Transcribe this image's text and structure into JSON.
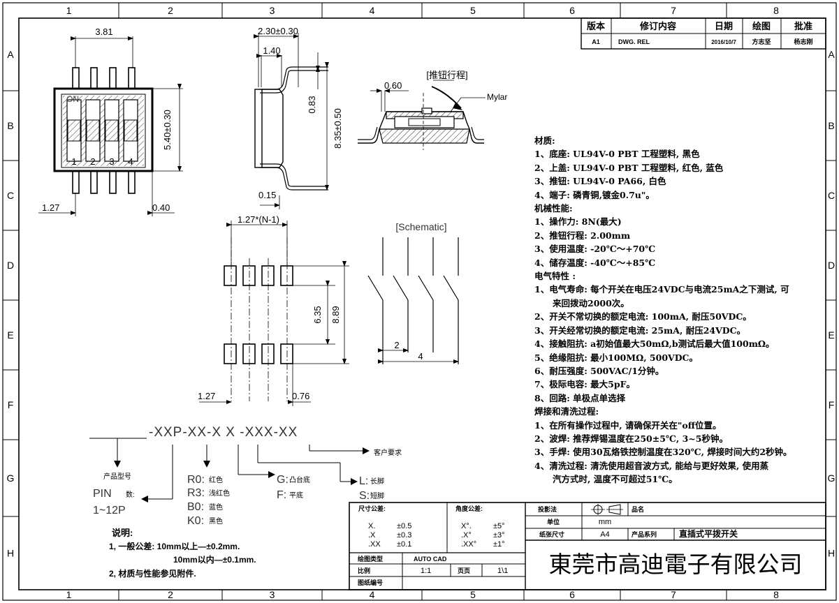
{
  "frame": {
    "columns": [
      "1",
      "2",
      "3",
      "4",
      "5",
      "6",
      "7",
      "8"
    ],
    "rows": [
      "A",
      "B",
      "C",
      "D",
      "E",
      "F",
      "G",
      "H"
    ]
  },
  "revision_table": {
    "headers": [
      "版本",
      "修订内容",
      "日期",
      "绘图",
      "批准"
    ],
    "row": [
      "A1",
      "DWG. REL",
      "2016/10/7",
      "方志坚",
      "杨志刚"
    ]
  },
  "top_view": {
    "pitch_dim": "3.81",
    "height_dim": "5.40±0.30",
    "on_label": "ON",
    "switch_numbers": [
      "1",
      "2",
      "3",
      "4"
    ],
    "left_dim": "1.27",
    "right_dim": "0.40"
  },
  "side_view": {
    "width_dim": "2.30±0.30",
    "inner_dim": "1.40",
    "height_dim": "0.83",
    "total_dim": "8.35±0.50",
    "foot_dim": "0.15"
  },
  "section_view": {
    "travel_label": "[推钮行程]",
    "dim": "0.60",
    "mylar_label": "Mylar"
  },
  "footprint": {
    "pitch_dim": "1.27*(N-1)",
    "dim_inner": "6.35",
    "dim_outer": "8.89",
    "left_dim": "1.27",
    "right_dim": "0.76"
  },
  "schematic": {
    "title": "[Schematic]",
    "dim_small": "2",
    "dim_large": "4"
  },
  "specs": [
    {
      "text": "材质:",
      "indent": false
    },
    {
      "text": "1、底座: UL94V-0 PBT 工程塑料, 黑色",
      "indent": false
    },
    {
      "text": "2、上盖: UL94V-0 PBT 工程塑料, 红色, 蓝色",
      "indent": false
    },
    {
      "text": "3、推钮: UL94V-0 PA66, 白色",
      "indent": false
    },
    {
      "text": "4、端子: 磷青铜,镀金0.7u\"。",
      "indent": false
    },
    {
      "text": "机械性能:",
      "indent": false
    },
    {
      "text": "1、操作力: 8N(最大)",
      "indent": false
    },
    {
      "text": "2、推钮行程: 2.00mm",
      "indent": false
    },
    {
      "text": "3、使用温度: -20℃～+70℃",
      "indent": false
    },
    {
      "text": "4、储存温度: -40℃～+85℃",
      "indent": false
    },
    {
      "text": "电气特性 :",
      "indent": false
    },
    {
      "text": "1、电气寿命: 每个开关在电压24VDC与电流25mA之下测试, 可",
      "indent": false
    },
    {
      "text": "来回拨动2000次。",
      "indent": true
    },
    {
      "text": "2、开关不常切换的额定电流: 100mA, 耐压50VDC。",
      "indent": false
    },
    {
      "text": "3、开关经常切换的额定电流: 25mA, 耐压24VDC。",
      "indent": false
    },
    {
      "text": "4、接触阻抗: a初始值最大50mΩ,b测试后最大值100mΩ。",
      "indent": false
    },
    {
      "text": "5、绝缘阻抗: 最小100MΩ, 500VDC。",
      "indent": false
    },
    {
      "text": "6、耐压强度: 500VAC/1分钟。",
      "indent": false
    },
    {
      "text": "7、极际电容: 最大5pF。",
      "indent": false
    },
    {
      "text": "8、回路: 单极点单选择",
      "indent": false
    },
    {
      "text": "焊接和清洗过程:",
      "indent": false
    },
    {
      "text": "1、在所有操作过程中, 请确保开关在\"off位置。",
      "indent": false
    },
    {
      "text": "2、波焊: 推荐焊锡温度在250±5℃, 3~5秒钟。",
      "indent": false
    },
    {
      "text": "3、手焊: 使用30瓦烙铁控制温度在320℃, 焊接时间大约2秒钟。",
      "indent": false
    },
    {
      "text": "4、清洗过程: 清洗使用超音波方式, 能给与更好效果, 使用蒸",
      "indent": false
    },
    {
      "text": "汽方式时, 温度不可超过51℃。",
      "indent": true
    }
  ],
  "part_number": {
    "code": "-XXP-XX-X X -XXX-XX",
    "customer_req": "客户要求",
    "product_model": "产品型号",
    "pin_label": "PIN",
    "pin_suffix": "数:",
    "pin_range": "1~12P",
    "colors": [
      {
        "code": "R0:",
        "name": "红色"
      },
      {
        "code": "R3:",
        "name": "浅红色"
      },
      {
        "code": "B0:",
        "name": "蓝色"
      },
      {
        "code": "K0:",
        "name": "黑色"
      }
    ],
    "base": [
      {
        "code": "G:",
        "name": "凸台底"
      },
      {
        "code": "F:",
        "name": "平底"
      }
    ],
    "legs": [
      {
        "code": "L:",
        "name": "长脚"
      },
      {
        "code": "S:",
        "name": "短脚"
      }
    ]
  },
  "notes": {
    "title": "说明:",
    "line1": "1, 一般公差: 10mm以上—±0.2mm.",
    "line1b": "10mm以内—±0.1mm.",
    "line2": "2, 材质与性能参见附件."
  },
  "title_block": {
    "dim_tol_label": "尺寸公差:",
    "angle_tol_label": "角度公差:",
    "dim_tol": [
      {
        "k": "X.",
        "v": "±0.5"
      },
      {
        "k": ".X",
        "v": "±0.3"
      },
      {
        "k": ".XX",
        "v": "±0.1"
      }
    ],
    "angle_tol": [
      {
        "k": "X°.",
        "v": "±5°"
      },
      {
        "k": ".X°",
        "v": "±3°"
      },
      {
        "k": ".XX°",
        "v": "±1°"
      }
    ],
    "projection_label": "投影法",
    "unit_label": "单位",
    "unit_value": "mm",
    "sheet_size_label": "纸张尺寸",
    "sheet_size_value": "A4",
    "product_name_label": "品名",
    "product_name_value": "",
    "series_label": "产品系列",
    "series_value": "直插式平拨开关",
    "drawing_type_label": "绘图类型",
    "drawing_type_value": "AUTO CAD",
    "scale_label": "比例",
    "scale_value": "1:1",
    "page_label": "页页",
    "page_value": "1\\1",
    "drawing_no_label": "图纸编号",
    "drawing_no_value": "",
    "company": "東莞市高迪電子有限公司"
  }
}
